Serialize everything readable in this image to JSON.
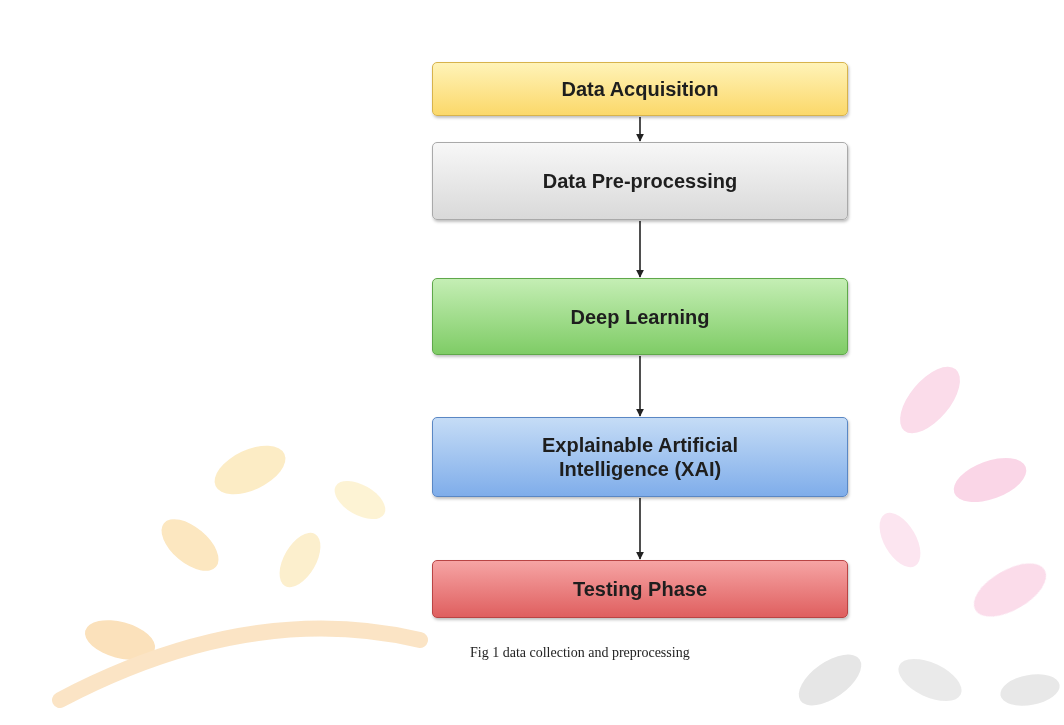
{
  "diagram": {
    "caption": "Fig 1 data collection and preprocessing",
    "nodes": [
      {
        "text": [
          "Data Acquisition"
        ]
      },
      {
        "text": [
          "Data Pre-processing"
        ]
      },
      {
        "text": [
          "Deep Learning"
        ]
      },
      {
        "text": [
          "Explainable Artificial Intelligence (XAI)"
        ]
      },
      {
        "text": [
          "Testing Phase"
        ]
      }
    ],
    "edges": [
      {
        "from": 0,
        "to": 1,
        "arrow": "to"
      },
      {
        "from": 1,
        "to": 2,
        "arrow": "to"
      },
      {
        "from": 2,
        "to": 3,
        "arrow": "to"
      },
      {
        "from": 3,
        "to": 4,
        "arrow": "to"
      }
    ]
  }
}
